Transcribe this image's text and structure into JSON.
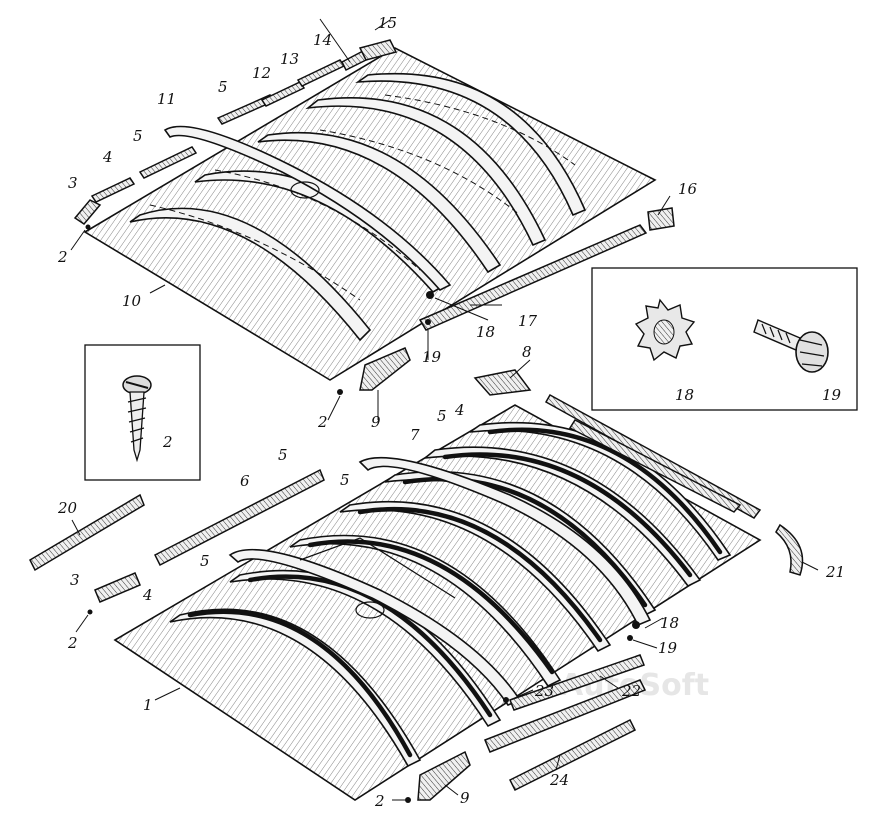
{
  "watermark": "AutoSoft",
  "labels": {
    "l1": "1",
    "l2a": "2",
    "l2b": "2",
    "l2c": "2",
    "l2d": "2",
    "l2e": "2",
    "l3a": "3",
    "l3b": "3",
    "l4a": "4",
    "l4b": "4",
    "l4c": "4",
    "l5a": "5",
    "l5b": "5",
    "l5c": "5",
    "l5d": "5",
    "l5e": "5",
    "l5f": "5",
    "l6": "6",
    "l7": "7",
    "l8": "8",
    "l9a": "9",
    "l9b": "9",
    "l10": "10",
    "l11": "11",
    "l12": "12",
    "l13": "13",
    "l14": "14",
    "l15": "15",
    "l16": "16",
    "l17": "17",
    "l18a": "18",
    "l18b": "18",
    "l18c": "18",
    "l19a": "19",
    "l19b": "19",
    "l19c": "19",
    "l20": "20",
    "l21": "21",
    "l22": "22",
    "l23": "23",
    "l24": "24"
  },
  "icons": [
    "screw-icon",
    "lock-washer-icon",
    "bolt-icon"
  ]
}
